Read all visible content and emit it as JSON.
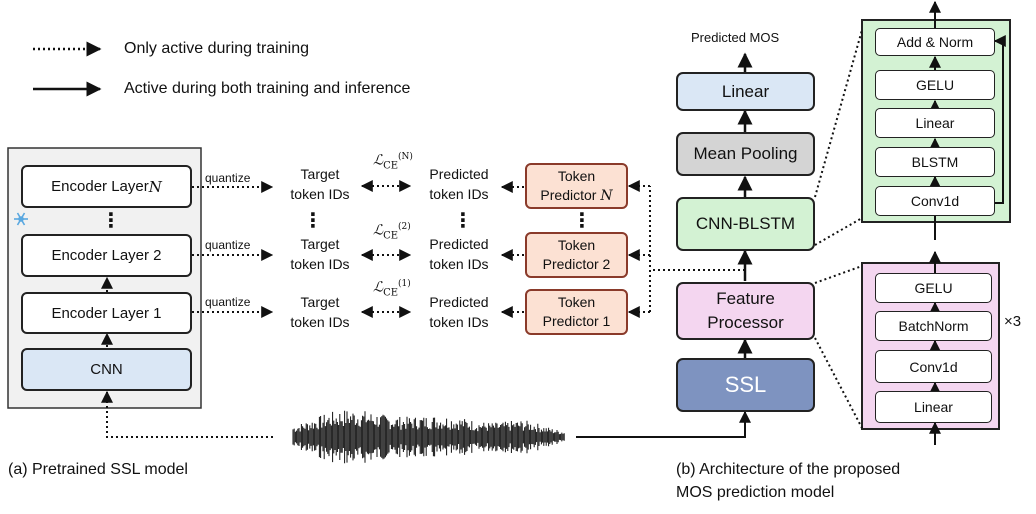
{
  "legend": {
    "dotted": "Only active during training",
    "solid": "Active during both training and inference"
  },
  "ssl_panel": {
    "encoder_n": "Encoder Layer ",
    "encoder_n_var": "N",
    "encoder_2": "Encoder Layer 2",
    "encoder_1": "Encoder Layer 1",
    "cnn": "CNN",
    "vdots": "⋮",
    "frozen_icon": "snowflake-icon"
  },
  "quantize_label": "quantize",
  "rows": [
    {
      "target_l1": "Target",
      "target_l2": "token IDs",
      "loss_sup": "(N)",
      "pred_l1": "Predicted",
      "pred_l2": "token IDs",
      "tp_l1": "Token",
      "tp_l2": "Predictor ",
      "tp_var": "N"
    },
    {
      "target_l1": "Target",
      "target_l2": "token IDs",
      "loss_sup": "(2)",
      "pred_l1": "Predicted",
      "pred_l2": "token IDs",
      "tp_l1": "Token",
      "tp_l2": "Predictor 2",
      "tp_var": ""
    },
    {
      "target_l1": "Target",
      "target_l2": "token IDs",
      "loss_sup": "(1)",
      "pred_l1": "Predicted",
      "pred_l2": "token IDs",
      "tp_l1": "Token",
      "tp_l2": "Predictor 1",
      "tp_var": ""
    }
  ],
  "loss_main": "ℒ",
  "loss_sub": "CE",
  "mos_model": {
    "output_label": "Predicted MOS",
    "linear": "Linear",
    "mean_pooling": "Mean Pooling",
    "cnn_blstm": "CNN-BLSTM",
    "feature_processor_l1": "Feature",
    "feature_processor_l2": "Processor",
    "ssl": "SSL"
  },
  "cnn_blstm_detail": [
    "Add & Norm",
    "GELU",
    "Linear",
    "BLSTM",
    "Conv1d"
  ],
  "feature_detail": [
    "GELU",
    "BatchNorm",
    "Conv1d",
    "Linear"
  ],
  "repeat_label": "×3",
  "captions": {
    "a": "(a) Pretrained SSL model",
    "b_l1": "(b) Architecture of the proposed",
    "b_l2": "MOS prediction model"
  },
  "colors": {
    "panel_gray": "#f1f1f1",
    "cnn_blue": "#dae7f5",
    "token_pred": "#fce1d3",
    "token_pred_border": "#8a3a2a",
    "mos_linear": "#dae7f5",
    "mean_pool": "#d4d4d4",
    "cnn_blstm": "#d3f2d3",
    "feature_proc": "#f4d6f0",
    "ssl": "#7e93c0",
    "green_panel": "#d3f2d3",
    "pink_panel": "#f4d6f0"
  }
}
